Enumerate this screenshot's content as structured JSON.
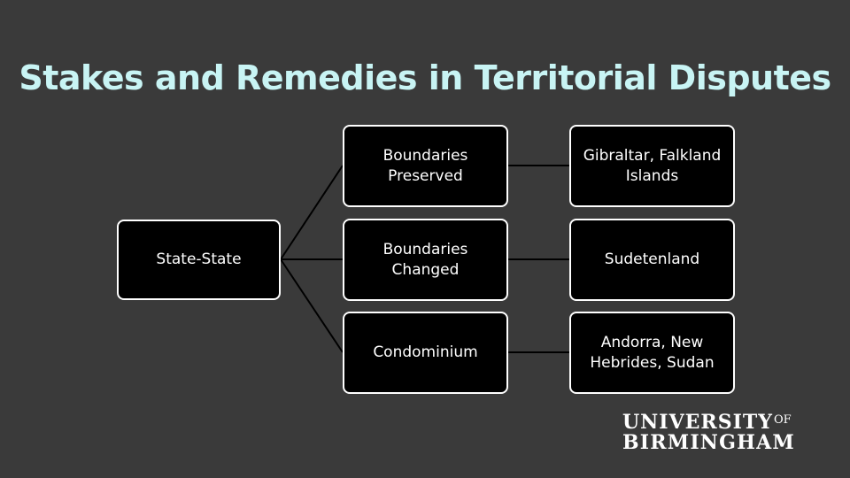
{
  "slide": {
    "title": "Stakes and Remedies in Territorial Disputes"
  },
  "diagram": {
    "root": {
      "label": "State-State"
    },
    "branches": [
      {
        "label": "Boundaries Preserved",
        "leaf": "Gibraltar, Falkland Islands"
      },
      {
        "label": "Boundaries Changed",
        "leaf": "Sudetenland"
      },
      {
        "label": "Condominium",
        "leaf": "Andorra, New Hebrides, Sudan"
      }
    ]
  },
  "logo": {
    "line1": "UNIVERSITY",
    "of": "OF",
    "line2": "BIRMINGHAM"
  },
  "colors": {
    "background": "#3a3a3a",
    "title": "#c8f4f4",
    "node_fill": "#000000",
    "node_border": "#ffffff",
    "connector": "#000000"
  }
}
